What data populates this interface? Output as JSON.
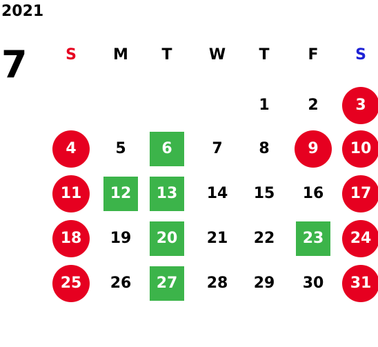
{
  "header": {
    "year": "2021",
    "month": "7"
  },
  "colors": {
    "sunday_label": "#e60020",
    "saturday_label": "#1e22d6",
    "holiday_fill": "#e60020",
    "highlight_fill": "#3cb44a",
    "text": "#000000"
  },
  "weekdays": [
    "S",
    "M",
    "T",
    "W",
    "T",
    "F",
    "S"
  ],
  "weeks": [
    [
      {
        "label": "",
        "kind": "empty"
      },
      {
        "label": "",
        "kind": "empty"
      },
      {
        "label": "",
        "kind": "empty"
      },
      {
        "label": "",
        "kind": "empty"
      },
      {
        "label": "1",
        "kind": "normal"
      },
      {
        "label": "2",
        "kind": "normal"
      },
      {
        "label": "3",
        "kind": "holiday"
      }
    ],
    [
      {
        "label": "4",
        "kind": "holiday"
      },
      {
        "label": "5",
        "kind": "normal"
      },
      {
        "label": "6",
        "kind": "open"
      },
      {
        "label": "7",
        "kind": "normal"
      },
      {
        "label": "8",
        "kind": "normal"
      },
      {
        "label": "9",
        "kind": "holiday"
      },
      {
        "label": "10",
        "kind": "holiday"
      }
    ],
    [
      {
        "label": "11",
        "kind": "holiday"
      },
      {
        "label": "12",
        "kind": "open"
      },
      {
        "label": "13",
        "kind": "open"
      },
      {
        "label": "14",
        "kind": "normal"
      },
      {
        "label": "15",
        "kind": "normal"
      },
      {
        "label": "16",
        "kind": "normal"
      },
      {
        "label": "17",
        "kind": "holiday"
      }
    ],
    [
      {
        "label": "18",
        "kind": "holiday"
      },
      {
        "label": "19",
        "kind": "normal"
      },
      {
        "label": "20",
        "kind": "open"
      },
      {
        "label": "21",
        "kind": "normal"
      },
      {
        "label": "22",
        "kind": "normal"
      },
      {
        "label": "23",
        "kind": "open"
      },
      {
        "label": "24",
        "kind": "holiday"
      }
    ],
    [
      {
        "label": "25",
        "kind": "holiday"
      },
      {
        "label": "26",
        "kind": "normal"
      },
      {
        "label": "27",
        "kind": "open"
      },
      {
        "label": "28",
        "kind": "normal"
      },
      {
        "label": "29",
        "kind": "normal"
      },
      {
        "label": "30",
        "kind": "normal"
      },
      {
        "label": "31",
        "kind": "holiday"
      }
    ]
  ]
}
